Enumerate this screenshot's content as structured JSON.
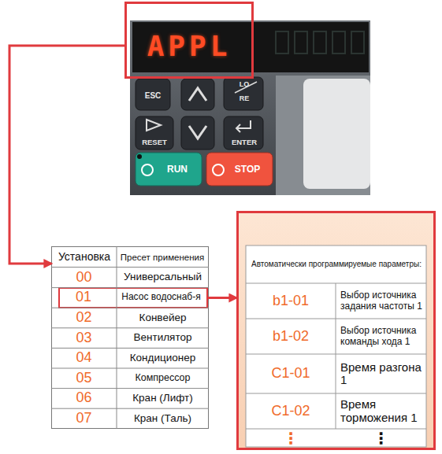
{
  "diagram": {
    "nodes": [
      {
        "text": [
          "APPL"
        ]
      },
      {
        "text": [
          "Установка",
          "Пресет применения"
        ]
      },
      {
        "text": [
          "01",
          "Насос водоснаб-я"
        ],
        "in": 1
      },
      {
        "text": [
          "Автоматически программируемые параметры:"
        ]
      }
    ],
    "edges": [
      {
        "from": 0,
        "to": 1,
        "arrow": "to"
      },
      {
        "from": 2,
        "to": 3,
        "arrow": "to"
      }
    ],
    "labels": [
      "ESC",
      "LO",
      "RE",
      "RESET",
      "ENTER",
      "RUN",
      "STOP",
      "00",
      "Универсальный",
      "02",
      "Конвейер",
      "03",
      "Вентилятор",
      "04",
      "Кондиционер",
      "05",
      "Компрессор",
      "06",
      "Кран (Лифт)",
      "07",
      "Кран (Таль)",
      "b1-01",
      "Выбор источника задания частоты 1",
      "b1-02",
      "Выбор источника команды хода 1",
      "C1-01",
      "Время разгона 1",
      "C1-02",
      "Время торможения 1",
      "⋮",
      "⋮"
    ]
  }
}
